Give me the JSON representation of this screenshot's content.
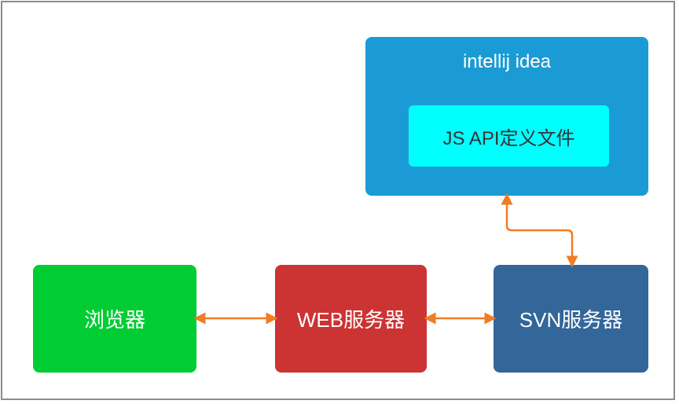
{
  "nodes": {
    "ide": {
      "title": "intellij idea",
      "inner": "JS API定义文件"
    },
    "browser": {
      "label": "浏览器"
    },
    "web_server": {
      "label": "WEB服务器"
    },
    "svn_server": {
      "label": "SVN服务器"
    }
  },
  "colors": {
    "ide": "#1b9bd5",
    "jsapi": "#00ffff",
    "browser": "#00cc33",
    "web_server": "#cc3333",
    "svn_server": "#336699",
    "arrow": "#f07c24"
  },
  "connections": [
    {
      "from": "browser",
      "to": "web_server",
      "direction": "bidirectional"
    },
    {
      "from": "web_server",
      "to": "svn_server",
      "direction": "bidirectional"
    },
    {
      "from": "svn_server",
      "to": "ide",
      "direction": "bidirectional"
    }
  ]
}
